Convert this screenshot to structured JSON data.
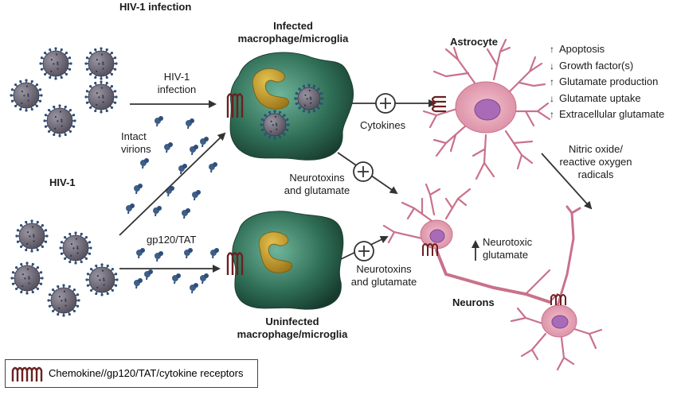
{
  "labels": {
    "hiv1_infection_top": "HIV-1 infection",
    "hiv1": "HIV-1",
    "infection_arrow_line1": "HIV-1",
    "infection_arrow_line2": "infection",
    "intact_line1": "Intact",
    "intact_line2": "virions",
    "gp120": "gp120/TAT",
    "infected_line1": "Infected",
    "infected_line2": "macrophage/microglia",
    "uninfected_line1": "Uninfected",
    "uninfected_line2": "macrophage/microglia",
    "astrocyte": "Astrocyte",
    "cytokines": "Cytokines",
    "neurotoxins_top_line1": "Neurotoxins",
    "neurotoxins_top_line2": "and glutamate",
    "neurotoxins_bottom_line1": "Neurotoxins",
    "neurotoxins_bottom_line2": "and glutamate",
    "nitric_line1": "Nitric oxide/",
    "nitric_line2": "reactive oxygen",
    "nitric_line3": "radicals",
    "neurotoxic_line1": "Neurotoxic",
    "neurotoxic_line2": "glutamate",
    "neurons": "Neurons"
  },
  "effects": [
    {
      "direction": "up",
      "text": "Apoptosis"
    },
    {
      "direction": "down",
      "text": "Growth factor(s)"
    },
    {
      "direction": "up",
      "text": "Glutamate production"
    },
    {
      "direction": "down",
      "text": "Glutamate uptake"
    },
    {
      "direction": "up",
      "text": "Extracellular glutamate"
    }
  ],
  "legend": {
    "text": "Chemokine//gp120/TAT/cytokine receptors"
  },
  "colors": {
    "virus": "#6f6b78",
    "virus_spike": "#2d4f7a",
    "macrophage": "#2f6e56",
    "nucleus": "#c39a2a",
    "astrocyte": "#e7a3b6",
    "astrocyte_nucleus": "#a96bb8",
    "receptor": "#6b2020",
    "arrow": "#333333"
  }
}
